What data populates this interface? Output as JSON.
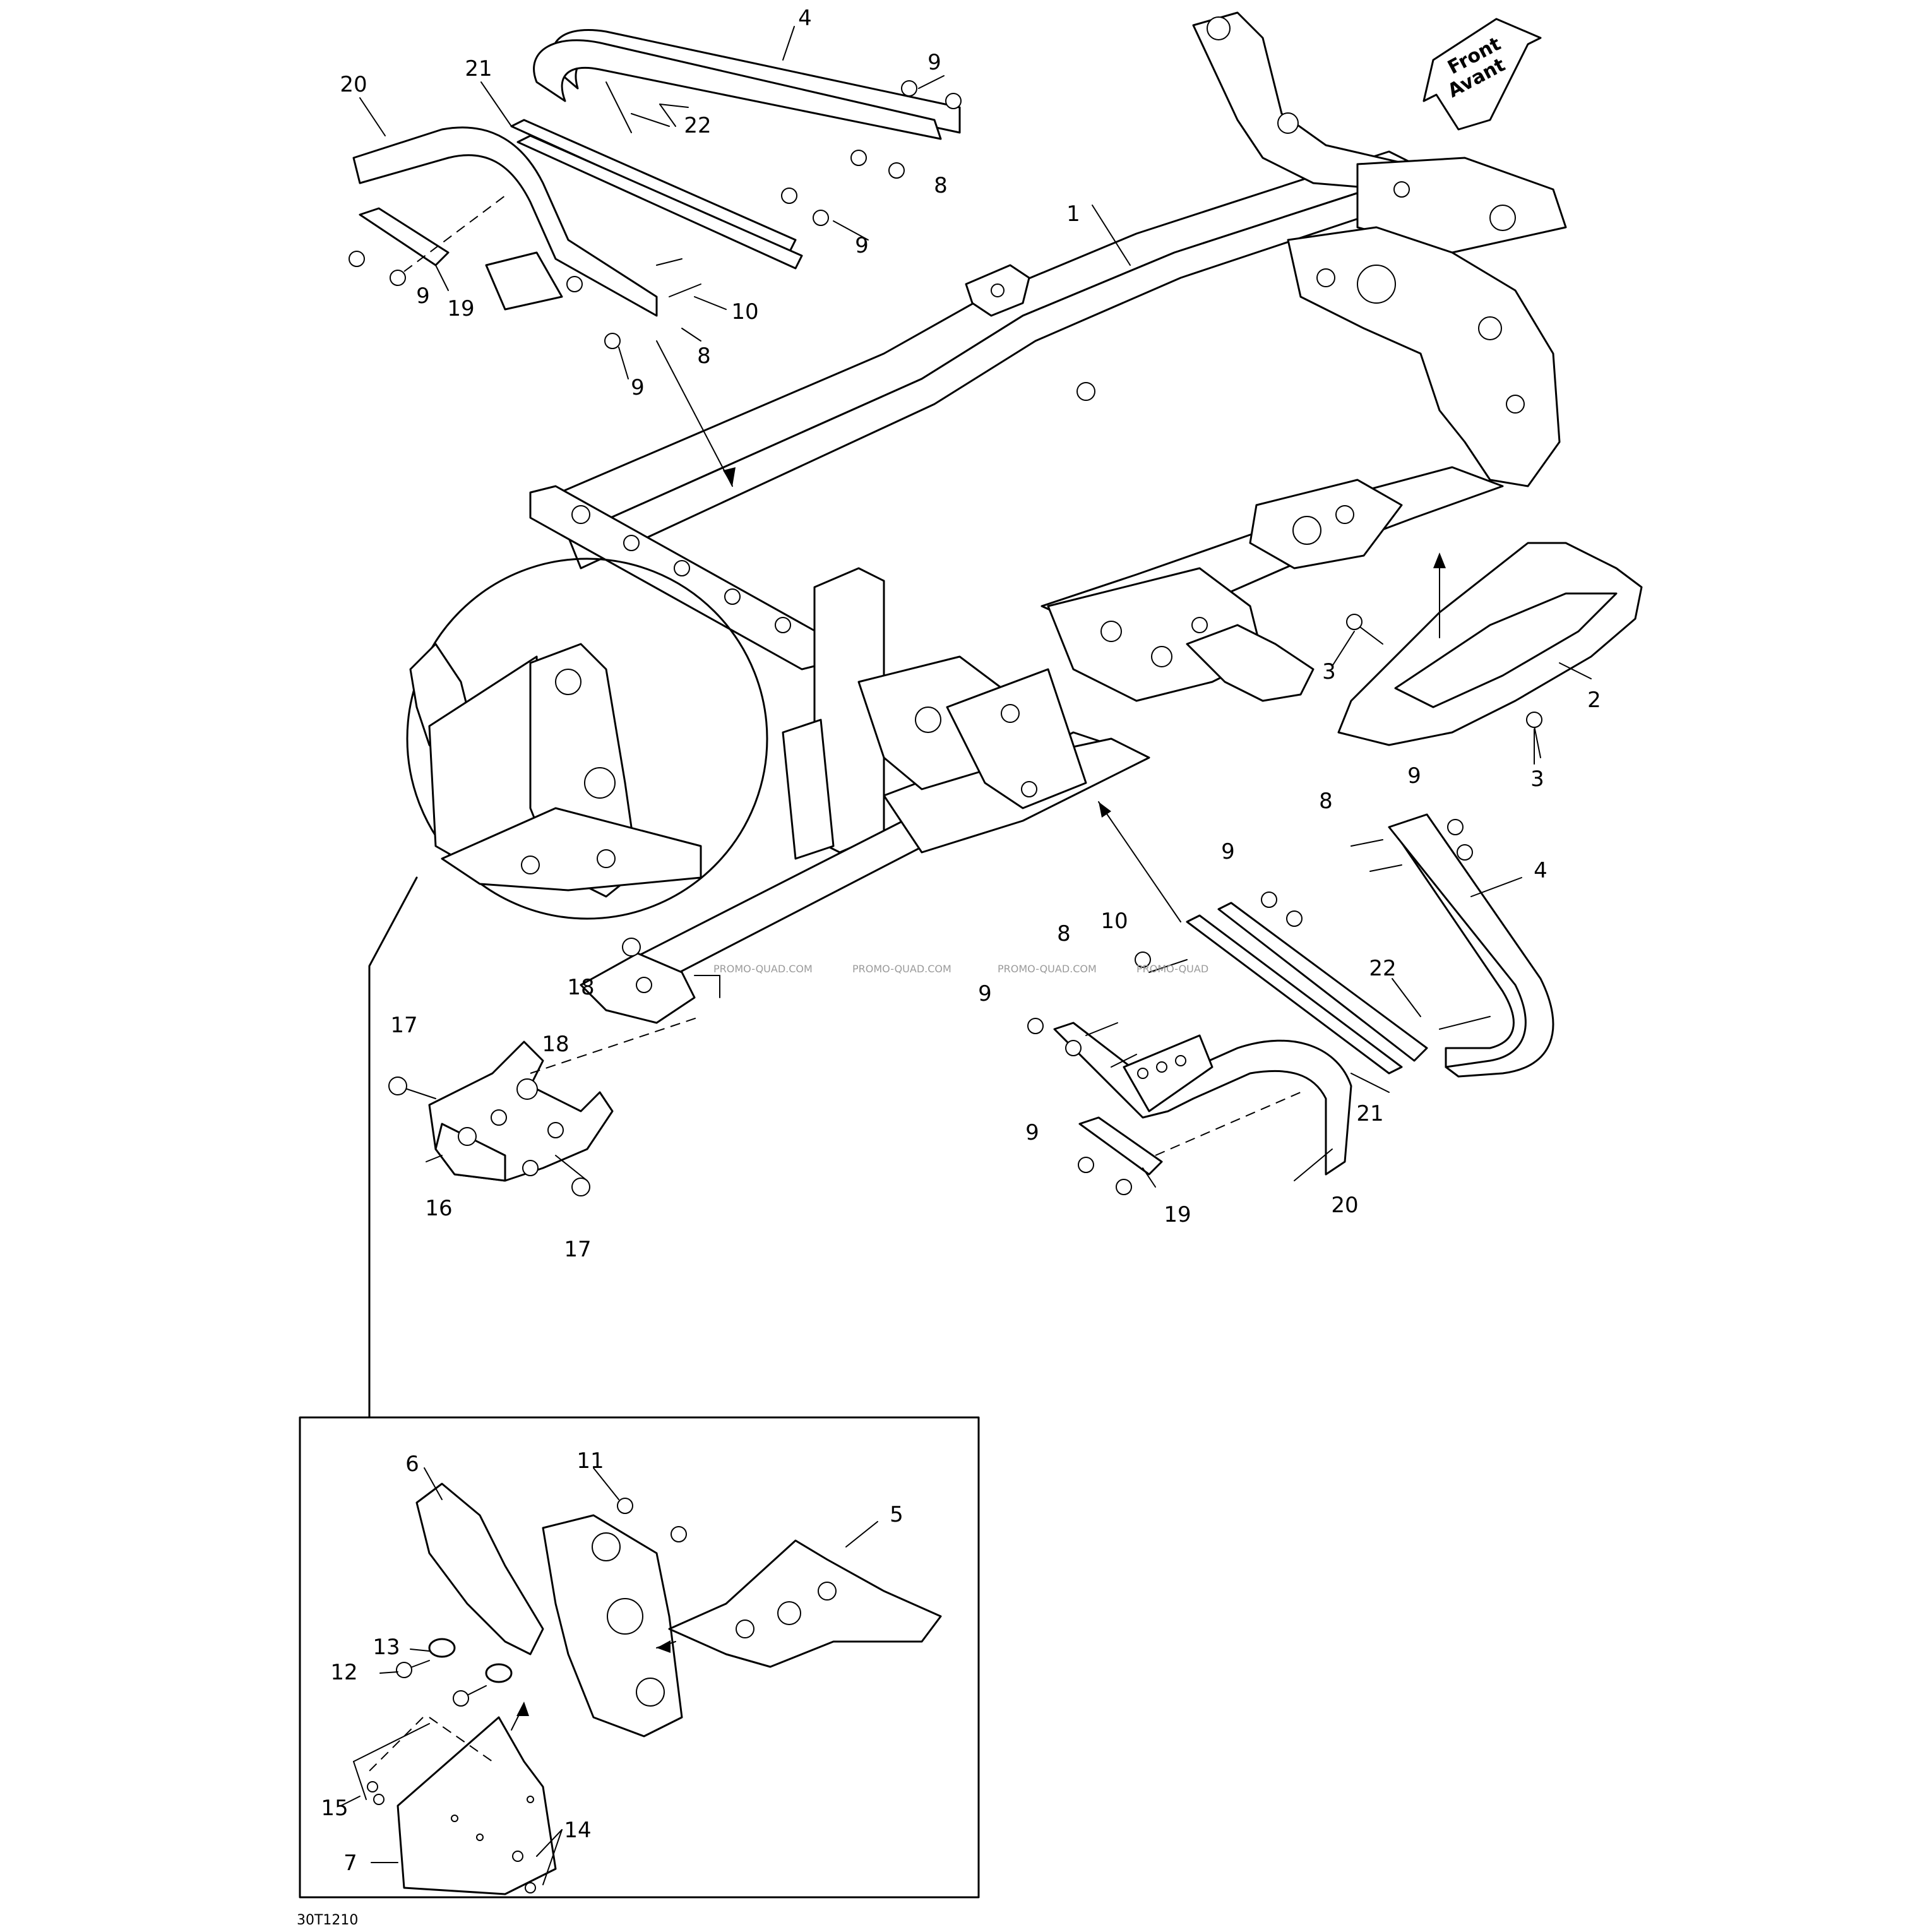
{
  "diagram": {
    "direction_arrow": {
      "line1": "Front",
      "line2": "Avant"
    },
    "drawing_code": "30T1210",
    "watermarks": [
      "PROMO-QUAD.COM",
      "PROMO-QUAD.COM",
      "PROMO-QUAD.COM",
      "PROMO-QUAD"
    ],
    "callouts": {
      "c1": "1",
      "c2": "2",
      "c3a": "3",
      "c3b": "3",
      "c4a": "4",
      "c4b": "4",
      "c5": "5",
      "c6": "6",
      "c7": "7",
      "c8a": "8",
      "c8b": "8",
      "c8c": "8",
      "c8d": "8",
      "c9a": "9",
      "c9b": "9",
      "c9c": "9",
      "c9d": "9",
      "c9e": "9",
      "c9f": "9",
      "c9g": "9",
      "c9h": "9",
      "c10a": "10",
      "c10b": "10",
      "c11": "11",
      "c12": "12",
      "c13": "13",
      "c14": "14",
      "c15": "15",
      "c16": "16",
      "c17a": "17",
      "c17b": "17",
      "c18a": "18",
      "c18b": "18",
      "c19a": "19",
      "c19b": "19",
      "c20a": "20",
      "c20b": "20",
      "c21a": "21",
      "c21b": "21",
      "c22a": "22",
      "c22b": "22"
    }
  }
}
